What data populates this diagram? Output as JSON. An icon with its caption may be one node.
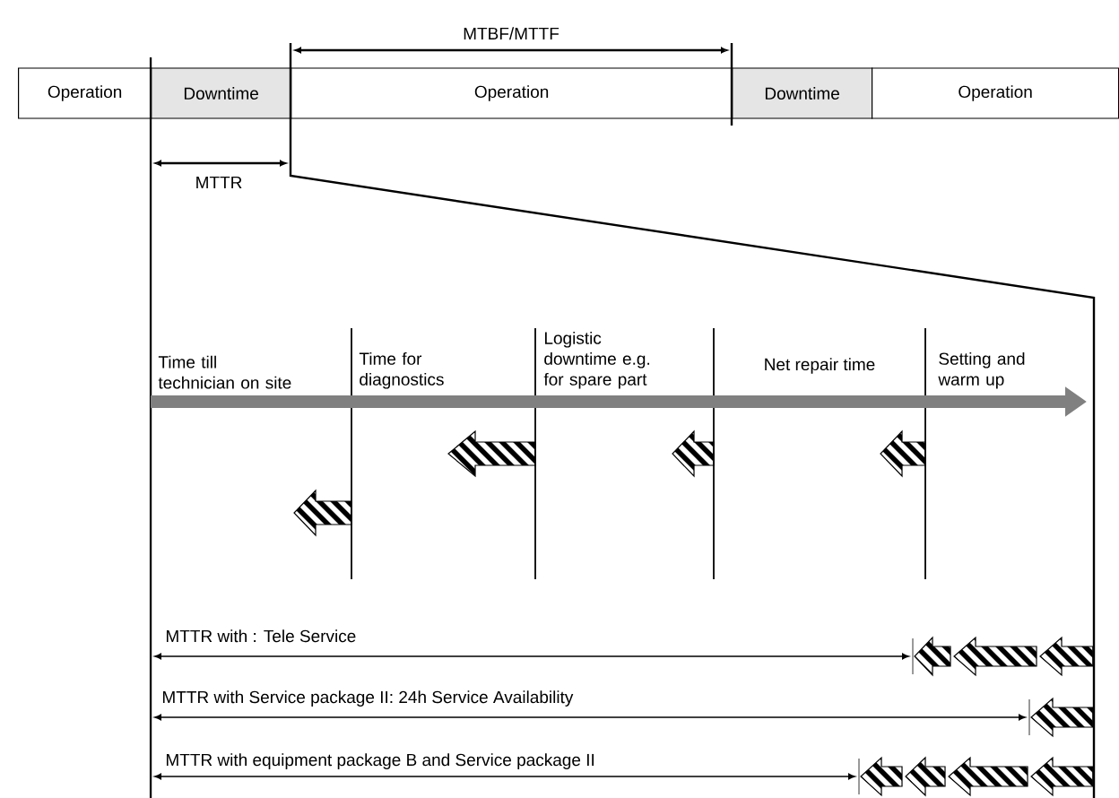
{
  "diagram": {
    "nodes": [
      {
        "text": [
          "Operation"
        ]
      },
      {
        "text": [
          "Downtime"
        ]
      },
      {
        "text": [
          "Operation"
        ]
      },
      {
        "text": [
          "Downtime"
        ]
      },
      {
        "text": [
          "Operation"
        ]
      }
    ],
    "labels": [
      "MTBF/MTTF",
      "MTTR",
      "Time till technician on site",
      "Time for diagnostics",
      "Logistic downtime e.g. for spare part",
      "Net repair time",
      "Setting and warm up",
      "MTTR with : Tele Service",
      "MTTR with Service package II: 24h Service Availability",
      "MTTR with equipment package B and Service package II"
    ]
  }
}
